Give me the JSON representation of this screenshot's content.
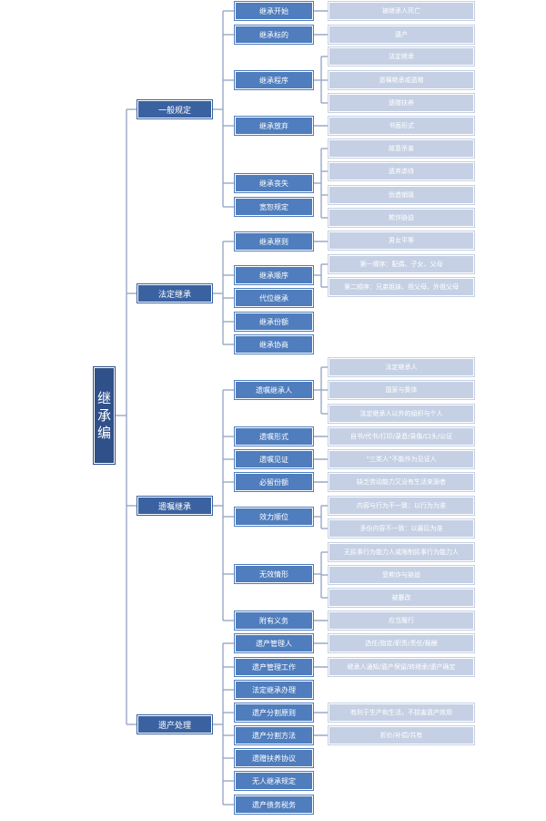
{
  "root": {
    "label": "继承编"
  },
  "branches": [
    {
      "label": "一般规定",
      "items": [
        {
          "label": "继承开始",
          "details": [
            "被继承人死亡"
          ]
        },
        {
          "label": "继承标的",
          "details": [
            "遗产"
          ]
        },
        {
          "label": "继承程序",
          "details": [
            "法定继承",
            "遗嘱继承或遗赠",
            "遗赠扶养"
          ]
        },
        {
          "label": "继承放弃",
          "details": [
            "书面形式"
          ]
        },
        {
          "label": "继承丧失",
          "details": [
            "故意杀害",
            "遗弃虐待",
            "伪造销毁",
            "欺诈胁迫"
          ]
        },
        {
          "label": "宽恕规定",
          "details": []
        }
      ]
    },
    {
      "label": "法定继承",
      "items": [
        {
          "label": "继承原则",
          "details": [
            "男女平等"
          ]
        },
        {
          "label": "继承顺序",
          "details": [
            "第一顺序：配偶、子女、父母",
            "第二顺序：兄弟姐妹、祖父母、外祖父母"
          ]
        },
        {
          "label": "代位继承",
          "details": []
        },
        {
          "label": "继承份额",
          "details": []
        },
        {
          "label": "继承协商",
          "details": []
        }
      ]
    },
    {
      "label": "遗嘱继承",
      "items": [
        {
          "label": "遗嘱继承人",
          "details": [
            "法定继承人",
            "国家与集体",
            "法定继承人以外的组织与个人"
          ]
        },
        {
          "label": "遗嘱形式",
          "details": [
            "自书/代书/打印/录音/录像/口头/公证"
          ]
        },
        {
          "label": "遗嘱见证",
          "details": [
            "“三类人”不能作为见证人"
          ]
        },
        {
          "label": "必留份额",
          "details": [
            "缺乏劳动能力又没有生活来源者"
          ]
        },
        {
          "label": "效力顺位",
          "details": [
            "内容与行为不一致：以行为为准",
            "多份内容不一致：以最后为准"
          ]
        },
        {
          "label": "无效情形",
          "details": [
            "无民事行为能力人或限制民事行为能力人",
            "受欺诈与胁迫",
            "被篡改"
          ]
        },
        {
          "label": "附有义务",
          "details": [
            "应当履行"
          ]
        }
      ]
    },
    {
      "label": "遗产处理",
      "items": [
        {
          "label": "遗产管理人",
          "details": [
            "选任/指定/职责/责任/报酬"
          ]
        },
        {
          "label": "遗产管理工作",
          "details": [
            "继承人通知/遗产保留/转继承/遗产确定"
          ]
        },
        {
          "label": "法定继承办理",
          "details": []
        },
        {
          "label": "遗产分割原则",
          "details": [
            "有利于生产和生活，不损害遗产效用"
          ]
        },
        {
          "label": "遗产分割方法",
          "details": [
            "折价/补偿/共有"
          ]
        },
        {
          "label": "遗赠扶养协议",
          "details": []
        },
        {
          "label": "无人继承规定",
          "details": []
        },
        {
          "label": "遗产债务税务",
          "details": []
        }
      ]
    }
  ],
  "colors": {
    "root": "#2f5088",
    "level1": "#3a62a0",
    "level2": "#4f7dbd",
    "level3": "#c5d0e4",
    "connector": "#9aa9c6"
  }
}
